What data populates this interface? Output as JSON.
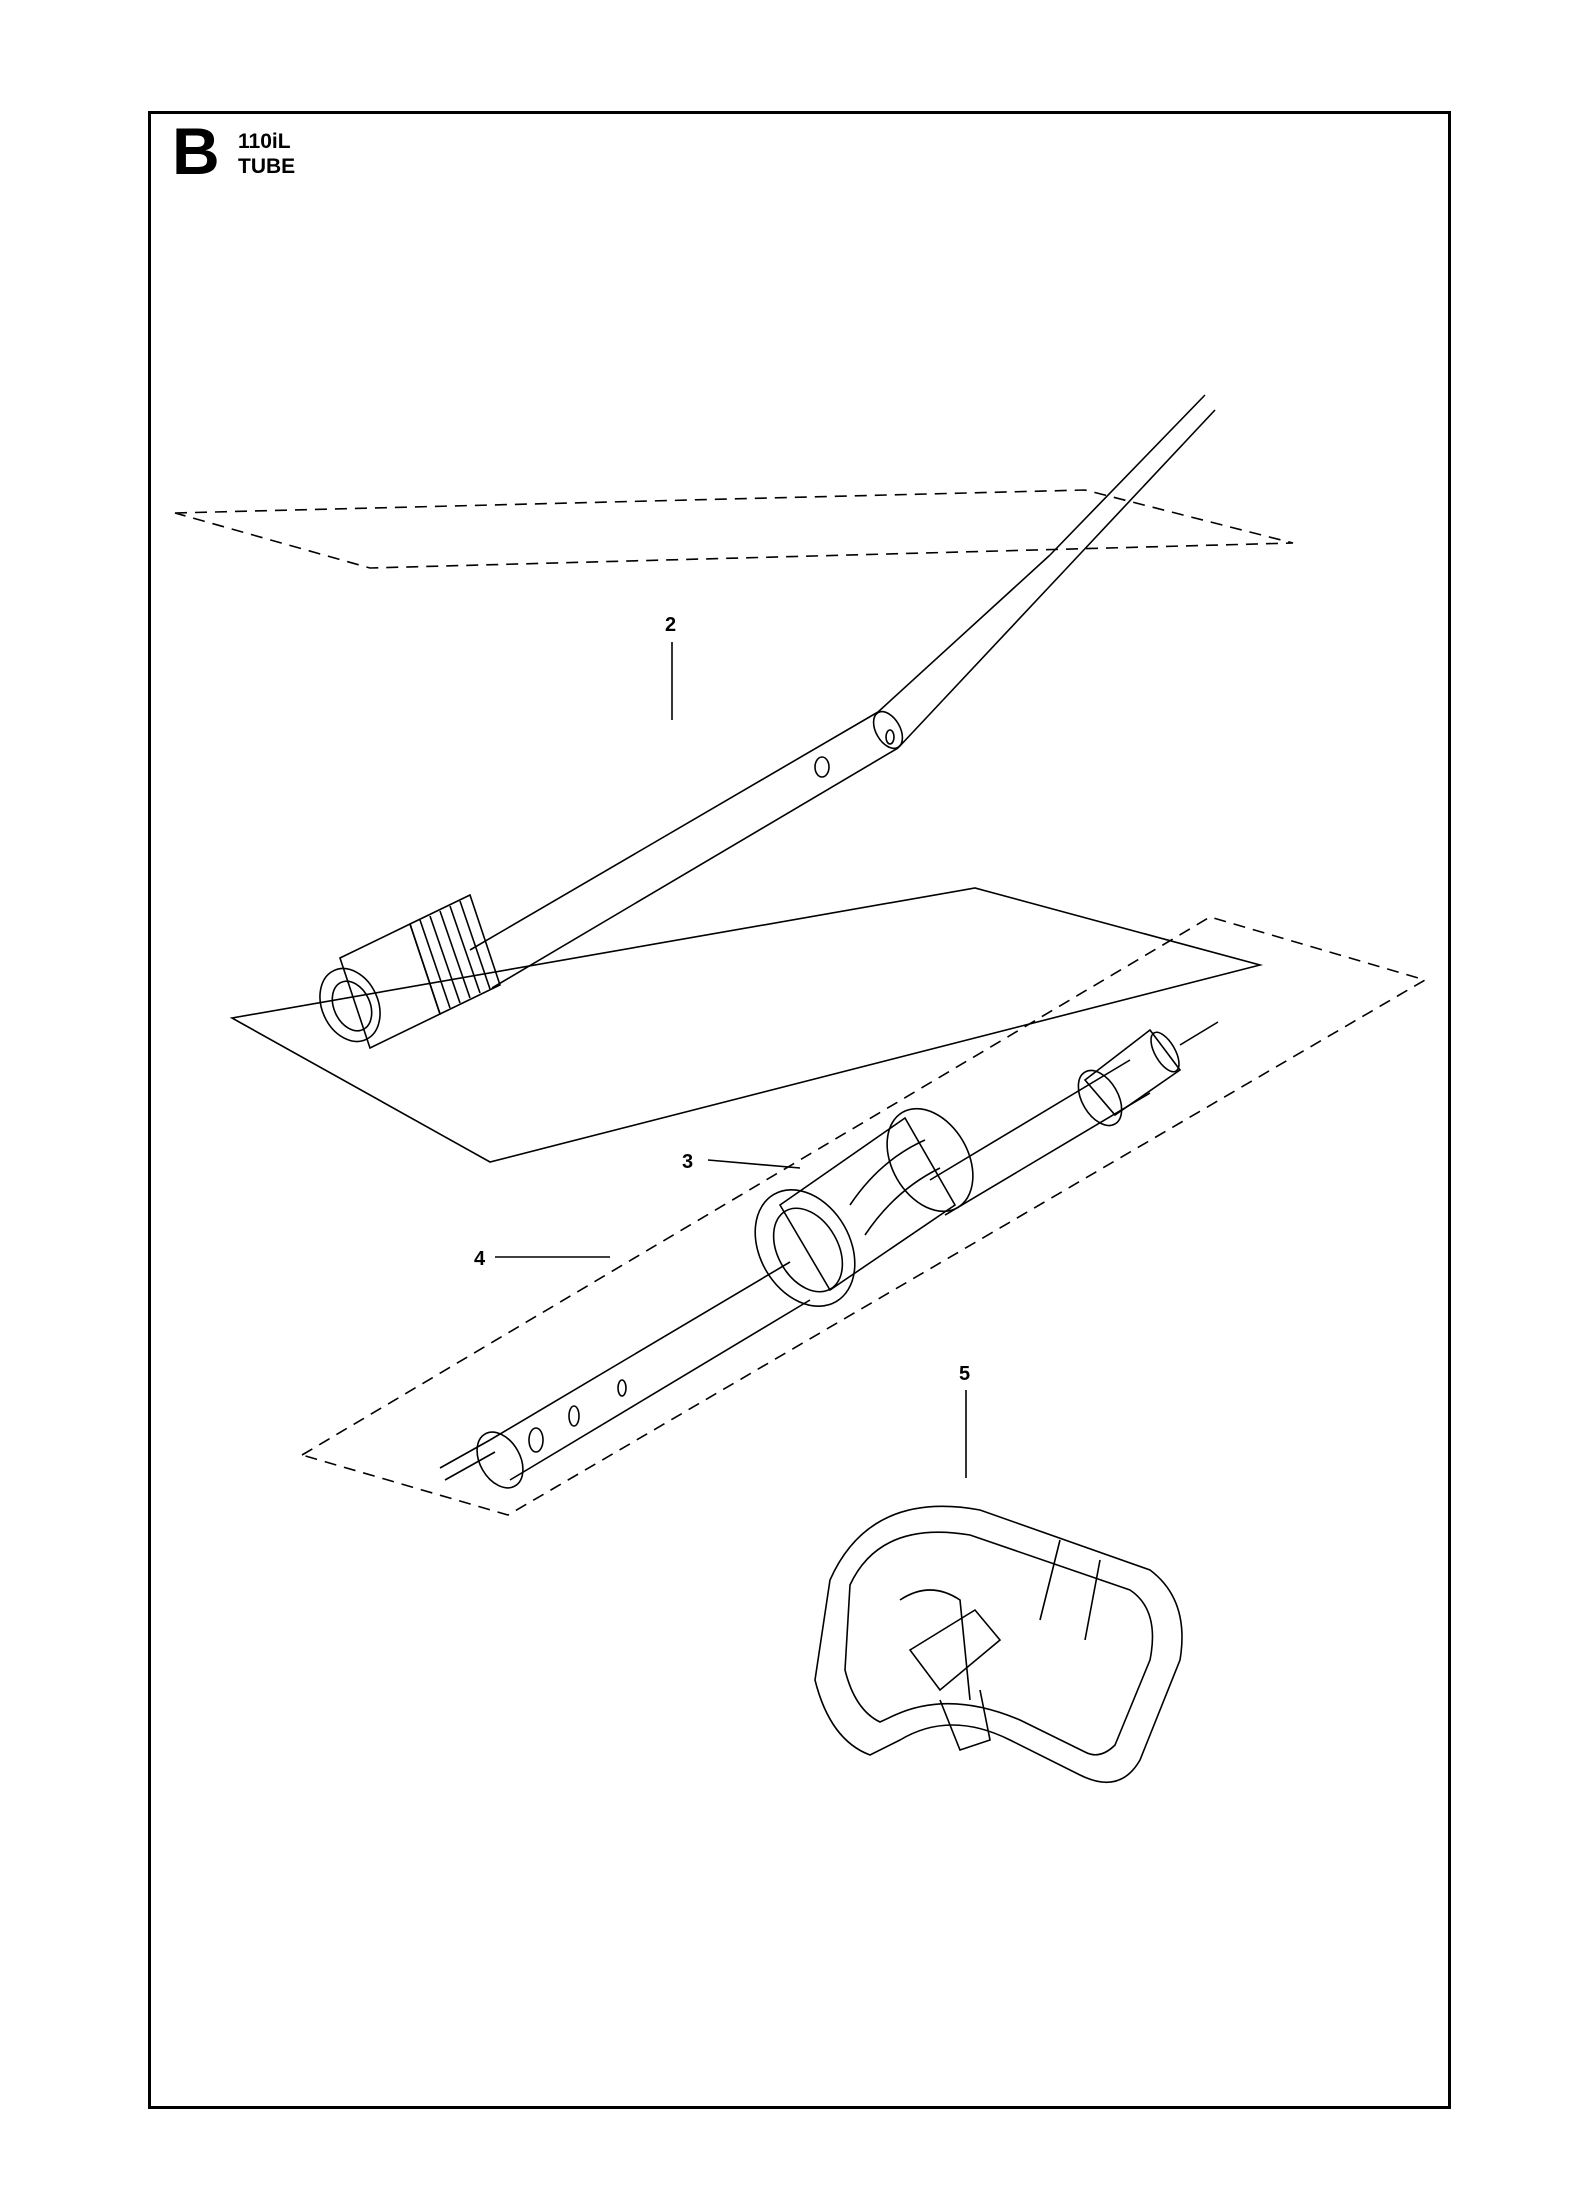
{
  "header": {
    "section_letter": "B",
    "model": "110iL",
    "assembly": "TUBE"
  },
  "callouts": [
    "2",
    "3",
    "4",
    "5"
  ],
  "colors": {
    "line": "#000000",
    "background": "#ffffff"
  }
}
